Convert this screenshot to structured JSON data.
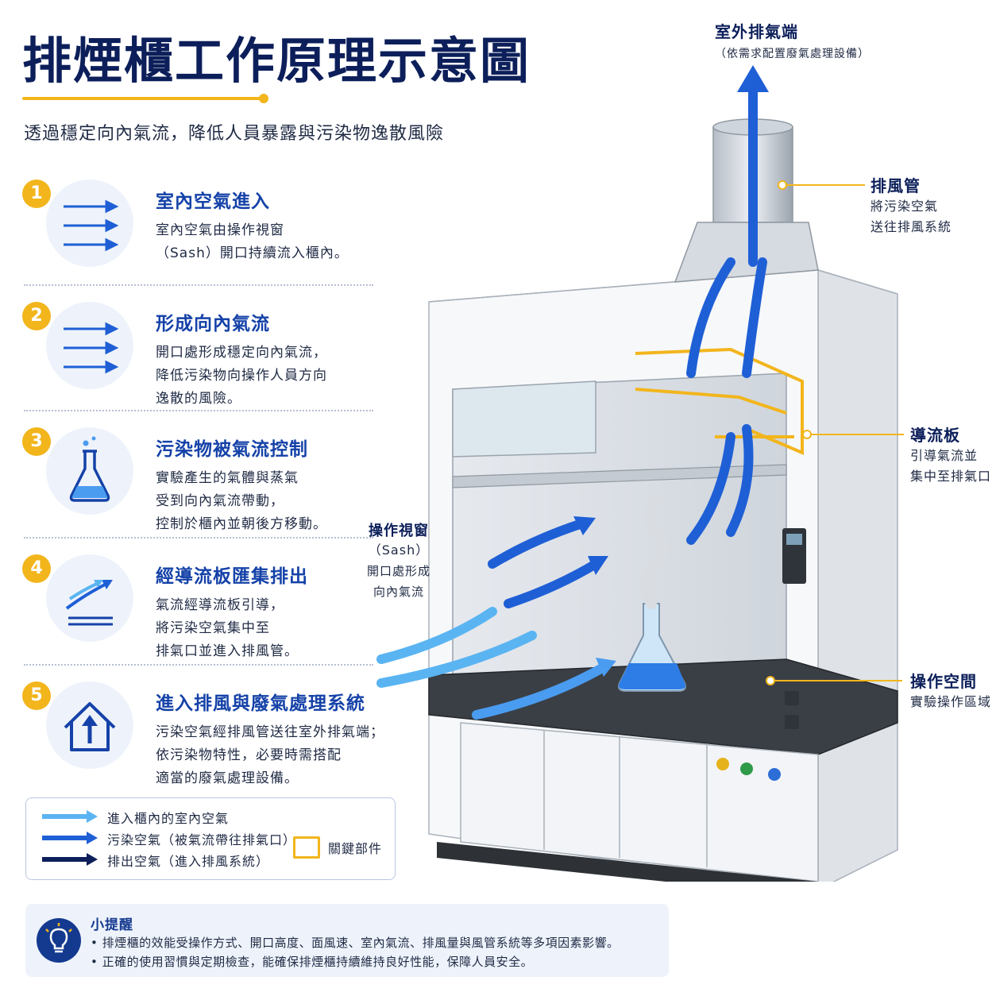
{
  "header": {
    "title": "排煙櫃工作原理示意圖",
    "subtitle": "透過穩定向內氣流，降低人員暴露與污染物逸散風險"
  },
  "steps": [
    {
      "number": "1",
      "icon": "arrows-icon",
      "title": "室內空氣進入",
      "lines": [
        "室內空氣由操作視窗",
        "（Sash）開口持續流入櫃內。"
      ]
    },
    {
      "number": "2",
      "icon": "arrows-icon",
      "title": "形成向內氣流",
      "lines": [
        "開口處形成穩定向內氣流，",
        "降低污染物向操作人員方向",
        "逸散的風險。"
      ]
    },
    {
      "number": "3",
      "icon": "flask-icon",
      "title": "污染物被氣流控制",
      "lines": [
        "實驗產生的氣體與蒸氣",
        "受到向內氣流帶動，",
        "控制於櫃內並朝後方移動。"
      ]
    },
    {
      "number": "4",
      "icon": "baffle-flow-icon",
      "title": "經導流板匯集排出",
      "lines": [
        "氣流經導流板引導，",
        "將污染空氣集中至",
        "排氣口並進入排風管。"
      ]
    },
    {
      "number": "5",
      "icon": "house-up-arrow-icon",
      "title": "進入排風與廢氣處理系統",
      "lines": [
        "污染空氣經排風管送往室外排氣端；",
        "依污染物特性，必要時需搭配",
        "適當的廢氣處理設備。"
      ]
    }
  ],
  "legend": {
    "items": [
      {
        "label": "進入櫃內的室內空氣",
        "color": "#5ab4f2"
      },
      {
        "label": "污染空氣（被氣流帶往排氣口）",
        "color": "#1f5fd6"
      },
      {
        "label": "排出空氣（進入排風系統）",
        "color": "#0c1f5a"
      }
    ],
    "key_component_label": "關鍵部件",
    "key_component_color": "#f2b51c"
  },
  "tip": {
    "title": "小提醒",
    "lines": [
      "• 排煙櫃的效能受操作方式、開口高度、面風速、室內氣流、排風量與風管系統等多項因素影響。",
      "• 正確的使用習慣與定期檢查，能確保排煙櫃持續維持良好性能，保障人員安全。"
    ]
  },
  "callouts": {
    "outdoor": {
      "title": "室外排氣端",
      "desc": "（依需求配置廢氣處理設備）"
    },
    "duct": {
      "title": "排風管",
      "lines": [
        "將污染空氣",
        "送往排風系統"
      ]
    },
    "baffle": {
      "title": "導流板",
      "lines": [
        "引導氣流並",
        "集中至排氣口"
      ]
    },
    "sash": {
      "title": "操作視窗",
      "title2": "（Sash）",
      "lines": [
        "開口處形成",
        "向內氣流"
      ]
    },
    "workspace": {
      "title": "操作空間",
      "desc": "實驗操作區域"
    }
  },
  "colors": {
    "accent": "#f2b51c",
    "primary": "#1542a8",
    "navy": "#0c1f5a"
  }
}
